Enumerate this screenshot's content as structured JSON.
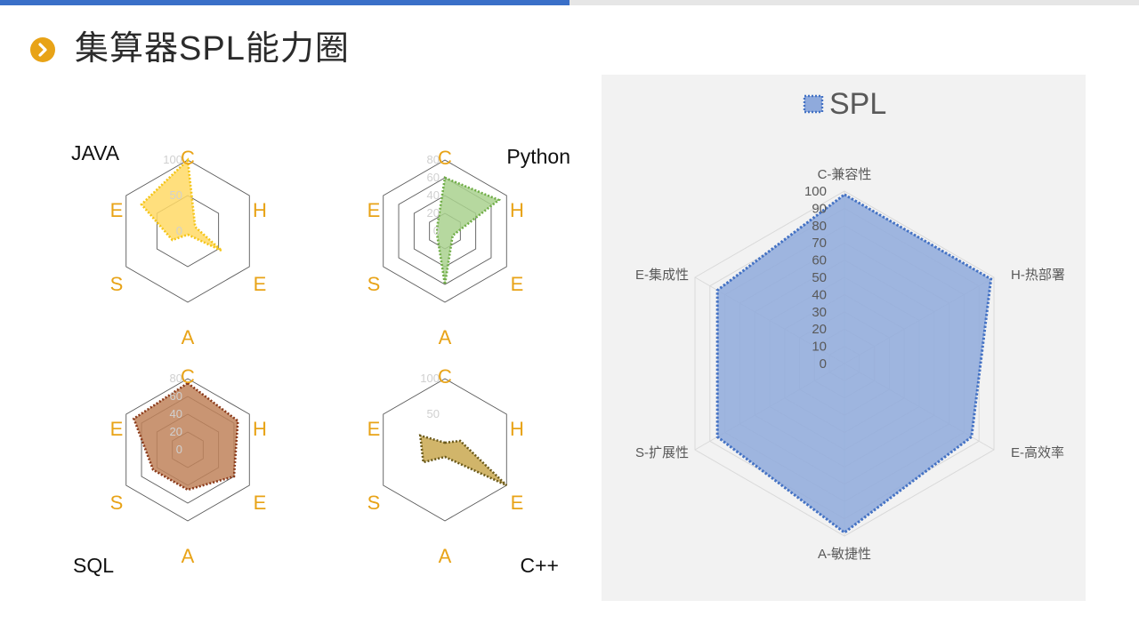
{
  "page": {
    "title": "集算器SPL能力圈",
    "accent": "#3a6fc8",
    "bullet_color": "#e8a317"
  },
  "chart_data": [
    {
      "type": "radar",
      "name": "JAVA",
      "axes": [
        "C",
        "H",
        "E",
        "A",
        "S",
        "E"
      ],
      "tick_labels": [
        "0",
        "50",
        "100"
      ],
      "range": [
        0,
        100
      ],
      "values": [
        100,
        12,
        55,
        5,
        25,
        75
      ],
      "color": "#ffd966",
      "border": "#f5c518"
    },
    {
      "type": "radar",
      "name": "Python",
      "axes": [
        "C",
        "H",
        "E",
        "A",
        "S",
        "E"
      ],
      "tick_labels": [
        "0",
        "20",
        "40",
        "60",
        "80"
      ],
      "range": [
        0,
        80
      ],
      "values": [
        60,
        70,
        10,
        60,
        10,
        10
      ],
      "color": "#a9d18e",
      "border": "#70ad47"
    },
    {
      "type": "radar",
      "name": "SQL",
      "axes": [
        "C",
        "H",
        "E",
        "A",
        "S",
        "E"
      ],
      "tick_labels": [
        "0",
        "20",
        "40",
        "60",
        "80"
      ],
      "range": [
        0,
        80
      ],
      "values": [
        75,
        65,
        60,
        45,
        45,
        70
      ],
      "color": "#c0825a",
      "border": "#8b3a1a"
    },
    {
      "type": "radar",
      "name": "C++",
      "axes": [
        "C",
        "H",
        "E",
        "A",
        "S",
        "E"
      ],
      "tick_labels": [
        "50",
        "100"
      ],
      "range": [
        0,
        100
      ],
      "values": [
        10,
        25,
        100,
        10,
        35,
        40
      ],
      "color": "#c9a850",
      "border": "#6b5a1b"
    },
    {
      "type": "radar",
      "name": "SPL",
      "legend": "SPL",
      "axes": [
        "C-兼容性",
        "H-热部署",
        "E-高效率",
        "A-敏捷性",
        "S-扩展性",
        "E-集成性"
      ],
      "tick_labels": [
        "0",
        "10",
        "20",
        "30",
        "40",
        "50",
        "60",
        "70",
        "80",
        "90",
        "100"
      ],
      "range": [
        0,
        100
      ],
      "values": [
        98,
        98,
        85,
        98,
        85,
        85
      ],
      "color": "#8faadc",
      "border": "#4472c4"
    }
  ]
}
